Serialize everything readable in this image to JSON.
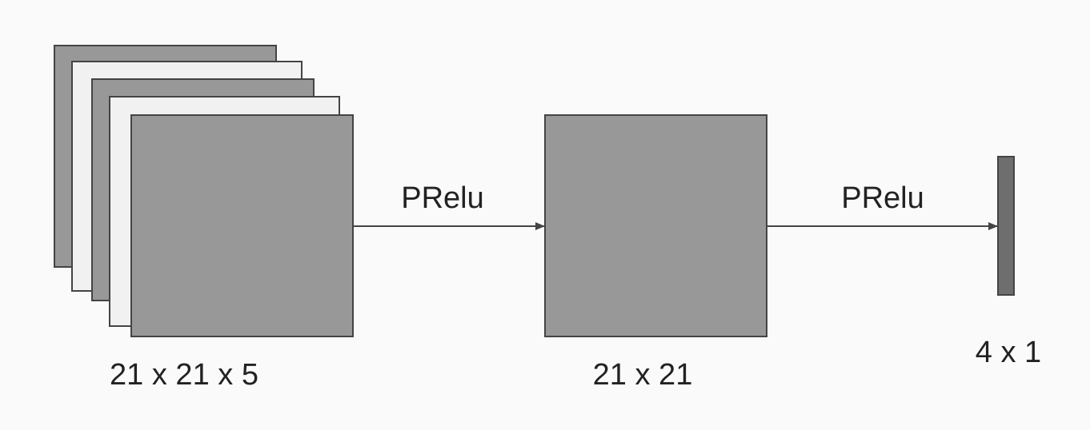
{
  "colors": {
    "background": "#fafafa",
    "dark_fill": "#989898",
    "light_fill": "#f1f1f1",
    "output_fill": "#6e6e6e",
    "stroke": "#444444",
    "text": "#222222"
  },
  "input_block": {
    "label": "21 x 21 x 5",
    "layer_count": 5
  },
  "hidden_block": {
    "label": "21 x 21"
  },
  "output_block": {
    "label": "4 x 1"
  },
  "arrows": [
    {
      "label": "PRelu"
    },
    {
      "label": "PRelu"
    }
  ]
}
